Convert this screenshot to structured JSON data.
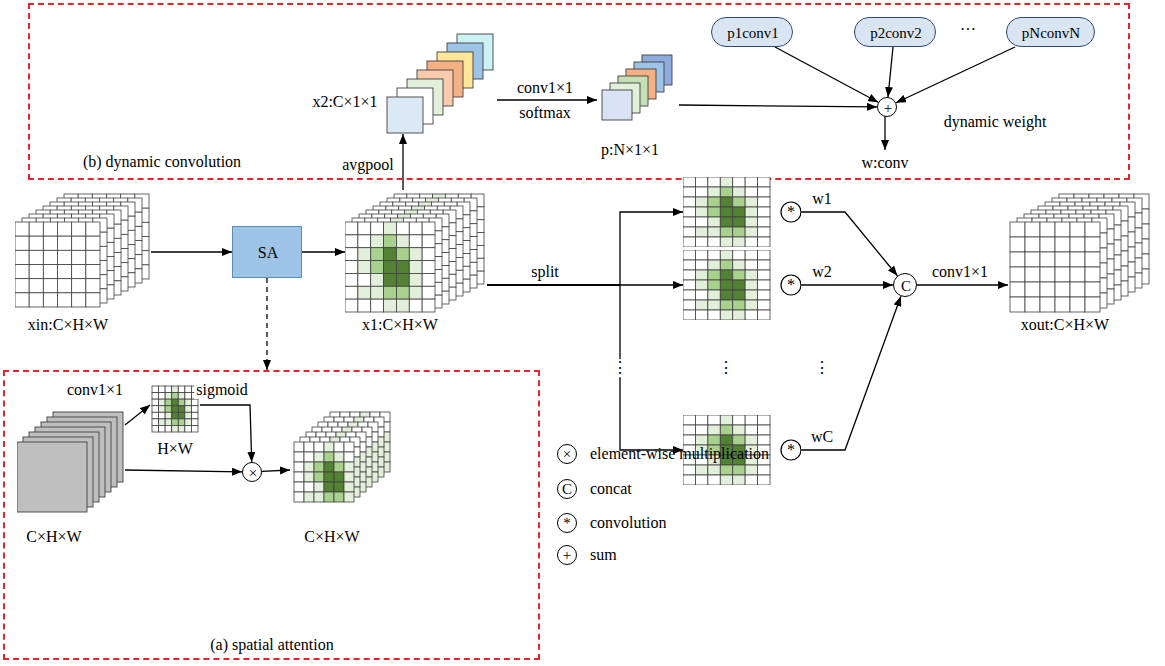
{
  "diagram": {
    "nodes": [
      {
        "text": [
          "(b) dynamic convolution"
        ]
      },
      {
        "text": [
          "x2:C×1×1"
        ],
        "in": 0
      },
      {
        "text": [
          "p:N×1×1"
        ],
        "in": 0
      },
      {
        "text": [
          "p1conv1"
        ],
        "in": 0
      },
      {
        "text": [
          "p2conv2"
        ],
        "in": 0
      },
      {
        "text": [
          "pNconvN"
        ],
        "in": 0
      },
      {
        "text": [
          "+"
        ],
        "in": 0
      },
      {
        "text": [
          "xin:C×H×W"
        ]
      },
      {
        "text": [
          "SA"
        ]
      },
      {
        "text": [
          "x1:C×H×W"
        ]
      },
      {
        "text": [
          "*"
        ]
      },
      {
        "text": [
          "*"
        ]
      },
      {
        "text": [
          "*"
        ]
      },
      {
        "text": [
          "C"
        ]
      },
      {
        "text": [
          "xout:C×H×W"
        ]
      },
      {
        "text": [
          "(a) spatial attention"
        ]
      },
      {
        "text": [
          "C×H×W"
        ],
        "in": 15
      },
      {
        "text": [
          "H×W"
        ],
        "in": 15
      },
      {
        "text": [
          "×"
        ],
        "in": 15
      },
      {
        "text": [
          "C×H×W"
        ],
        "in": 15
      }
    ],
    "edges": [
      {
        "from": 7,
        "to": 8,
        "arrow": "to"
      },
      {
        "from": 8,
        "to": 9,
        "arrow": "to"
      },
      {
        "from": 9,
        "to": 1,
        "arrow": "to",
        "label": "avgpool"
      },
      {
        "from": 1,
        "to": 2,
        "arrow": "to",
        "label": "conv1×1"
      },
      {
        "from": 2,
        "to": 6,
        "arrow": "to"
      },
      {
        "from": 3,
        "to": 6,
        "arrow": "to"
      },
      {
        "from": 4,
        "to": 6,
        "arrow": "to"
      },
      {
        "from": 5,
        "to": 6,
        "arrow": "to"
      },
      {
        "from": 9,
        "to": 10,
        "arrow": "to"
      },
      {
        "from": 9,
        "to": 11,
        "arrow": "to",
        "label": "split"
      },
      {
        "from": 9,
        "to": 12,
        "arrow": "to"
      },
      {
        "from": 10,
        "to": 13,
        "arrow": "to",
        "label": "w1"
      },
      {
        "from": 11,
        "to": 13,
        "arrow": "to",
        "label": "w2"
      },
      {
        "from": 12,
        "to": 13,
        "arrow": "to",
        "label": "wC"
      },
      {
        "from": 13,
        "to": 14,
        "arrow": "to",
        "label": "conv1×1"
      },
      {
        "from": 16,
        "to": 17,
        "arrow": "to",
        "label": "conv1×1"
      },
      {
        "from": 17,
        "to": 18,
        "arrow": "to",
        "label": "sigmoid"
      },
      {
        "from": 16,
        "to": 18,
        "arrow": "to"
      },
      {
        "from": 18,
        "to": 19,
        "arrow": "to"
      },
      {
        "from": 8,
        "to": 15,
        "arrow": "to"
      }
    ],
    "labels": [
      "softmax",
      "dynamic weight",
      "w:conv",
      "···",
      "⋮",
      "⋮",
      "⋮",
      "×",
      "C",
      "*",
      "+"
    ],
    "legend": [
      {
        "text": "element-wise multiplication"
      },
      {
        "text": "concat"
      },
      {
        "text": "convolution"
      },
      {
        "text": "sum"
      }
    ]
  }
}
